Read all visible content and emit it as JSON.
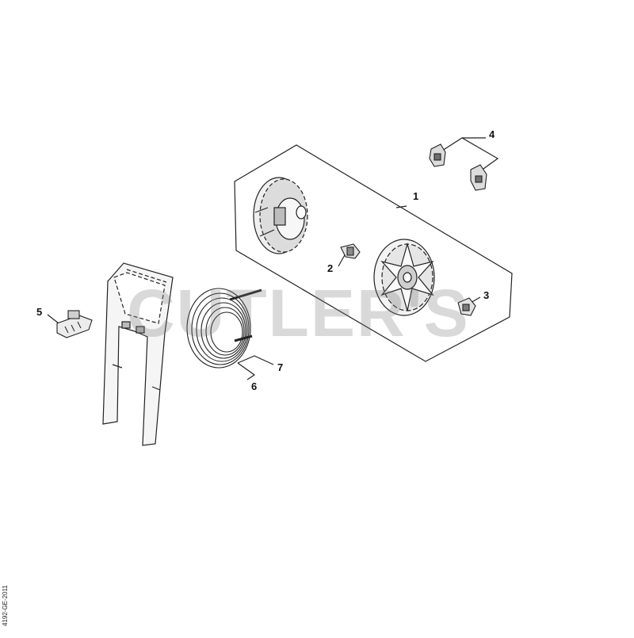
{
  "diagram": {
    "callouts": [
      {
        "id": "1",
        "label": "1"
      },
      {
        "id": "2",
        "label": "2"
      },
      {
        "id": "3",
        "label": "3"
      },
      {
        "id": "4",
        "label": "4"
      },
      {
        "id": "5",
        "label": "5"
      },
      {
        "id": "6",
        "label": "6"
      },
      {
        "id": "7",
        "label": "7"
      }
    ],
    "watermark": "CUTLER'S",
    "side_code": "4192-GE-2011",
    "colors": {
      "line": "#222222",
      "fill_light": "#f2f2f2",
      "fill_mid": "#cfcfcf",
      "fill_dark": "#8a8a8a",
      "watermark": "#787878"
    }
  }
}
